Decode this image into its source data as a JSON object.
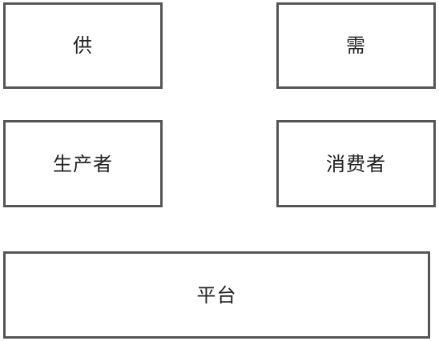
{
  "diagram": {
    "supply": {
      "label": "供"
    },
    "demand": {
      "label": "需"
    },
    "producer": {
      "label": "生产者"
    },
    "consumer": {
      "label": "消费者"
    },
    "platform": {
      "label": "平台"
    }
  },
  "colors": {
    "border": "#555555",
    "text": "#222222",
    "background": "#ffffff"
  }
}
